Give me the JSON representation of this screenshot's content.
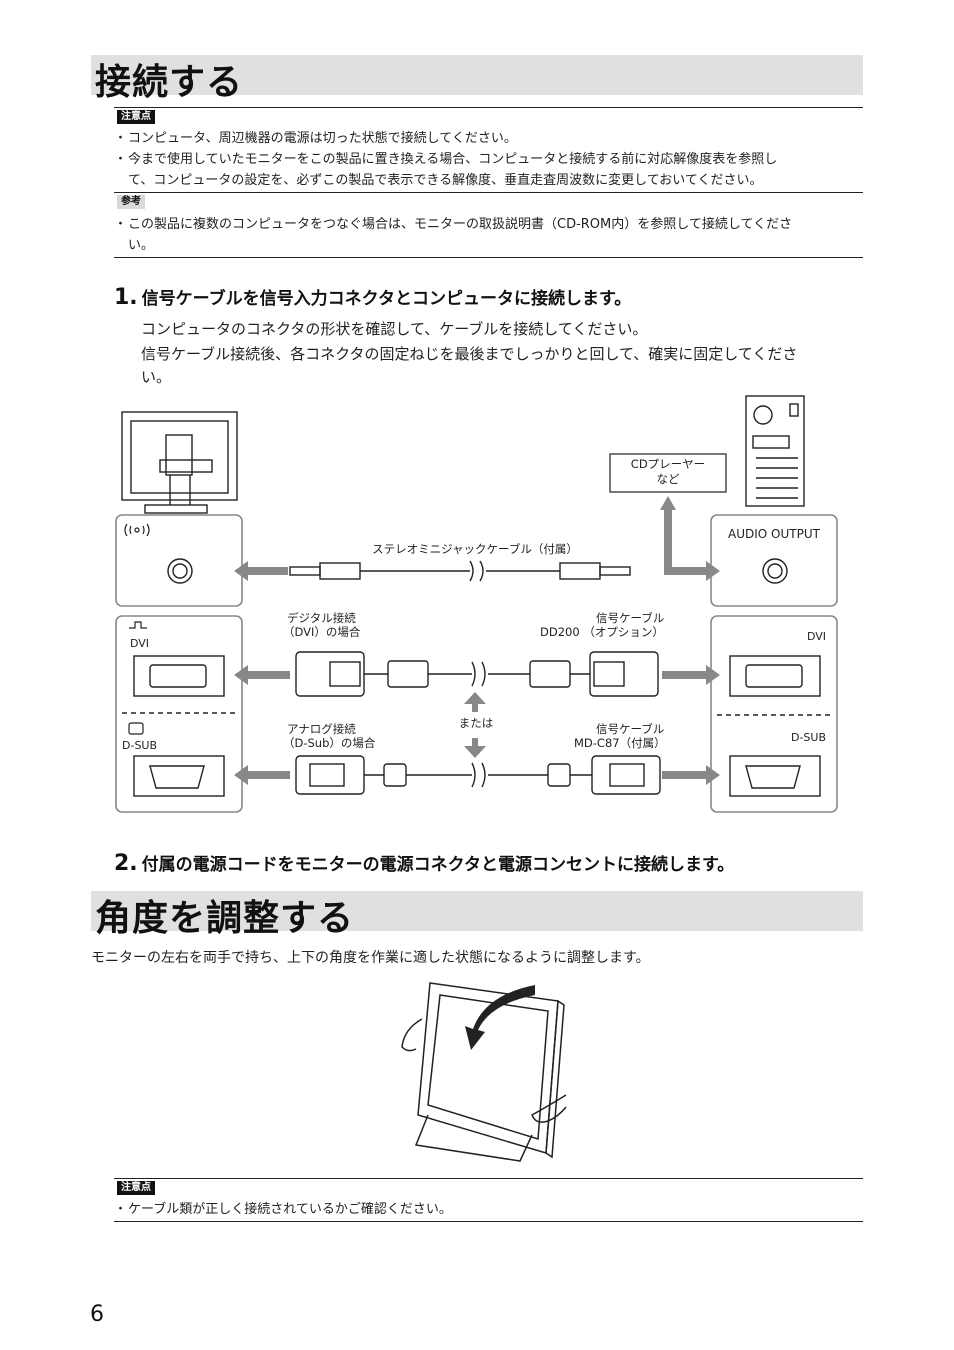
{
  "connect": {
    "title": "接続する",
    "caution_tag": "注意点",
    "caution_items": [
      "コンピュータ、周辺機器の電源は切った状態で接続してください。",
      "今まで使用していたモニターをこの製品に置き換える場合、コンピュータと接続する前に対応解像度表を参照し",
      "て、コンピュータの設定を、必ずこの製品で表示できる解像度、垂直走査周波数に変更しておいてください。"
    ],
    "reference_tag": "参考",
    "reference_items": [
      "この製品に複数のコンピュータをつなぐ場合は、モニターの取扱説明書（CD-ROM内）を参照して接続してくださ",
      "い。"
    ],
    "bullet": "・",
    "step1": {
      "num": "1.",
      "heading": "信号ケーブルを信号入力コネクタとコンピュータに接続します。",
      "lines": [
        "コンピュータのコネクタの形状を確認して、ケーブルを接続してください。",
        "信号ケーブル接続後、各コネクタの固定ねじを最後までしっかりと回して、確実に固定してくださ",
        "い。"
      ]
    },
    "diagram": {
      "cd_player_line1": "CDプレーヤー",
      "cd_player_line2": "など",
      "audio_output": "AUDIO OUTPUT",
      "stereo_cable": "ステレオミニジャックケーブル（付属）",
      "digital_line1": "デジタル接続",
      "digital_line2": "（DVI）の場合",
      "cable_dd_line1": "信号ケーブル",
      "cable_dd_line2": "DD200 （オプション）",
      "dvi_left": "DVI",
      "dvi_right": "DVI",
      "analog_line1": "アナログ接続",
      "analog_line2": "（D-Sub）の場合",
      "or_label": "または",
      "cable_md_line1": "信号ケーブル",
      "cable_md_line2": "MD-C87（付属）",
      "dsub_left": "D-SUB",
      "dsub_right": "D-SUB"
    },
    "step2": {
      "num": "2.",
      "heading": "付属の電源コードをモニターの電源コネクタと電源コンセントに接続します。"
    }
  },
  "angle": {
    "title": "角度を調整する",
    "body": "モニターの左右を両手で持ち、上下の角度を作業に適した状態になるように調整します。",
    "caution_tag": "注意点",
    "caution_items": [
      "ケーブル類が正しく接続されているかご確認ください。"
    ]
  },
  "page_number": "6"
}
